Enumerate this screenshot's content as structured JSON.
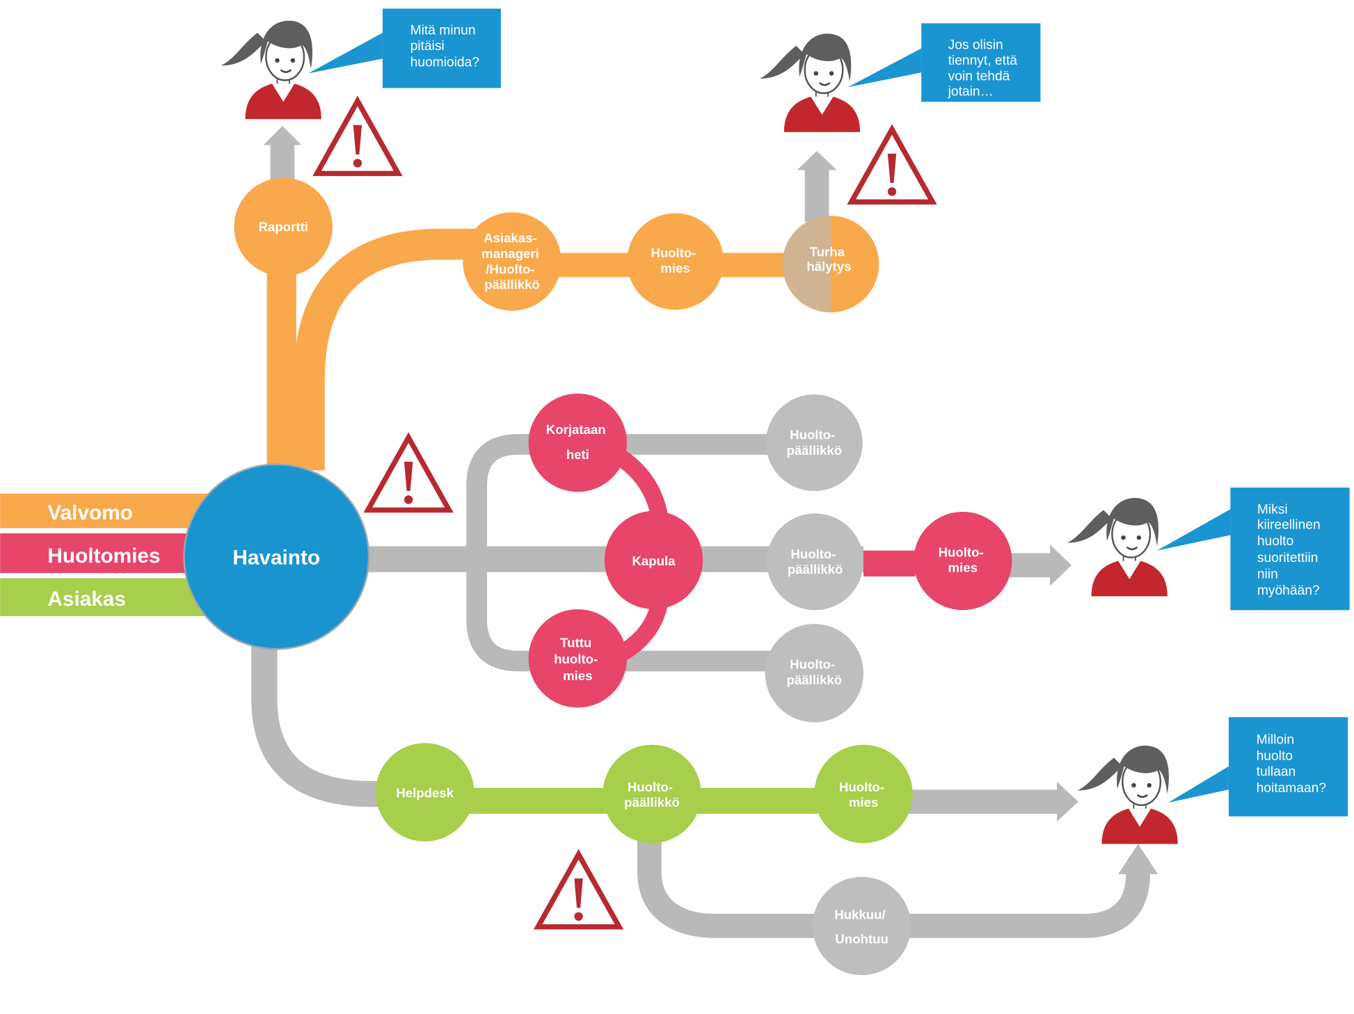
{
  "legend": [
    {
      "label": "Valvomo"
    },
    {
      "label": "Huoltomies"
    },
    {
      "label": "Asiakas"
    }
  ],
  "center": {
    "label": "Havainto"
  },
  "nodes": {
    "raportti": {
      "lines": [
        "Raportti"
      ]
    },
    "asiakasmanageri": {
      "lines": [
        "Asiakas-",
        "manageri",
        "/Huolto-",
        "päällikkö"
      ]
    },
    "valvomo_huoltomies": {
      "lines": [
        "Huolto-",
        "mies"
      ]
    },
    "turha_halytys": {
      "lines": [
        "Turha",
        "hälytys"
      ]
    },
    "korjataan_heti": {
      "lines": [
        "Korjataan",
        "heti"
      ]
    },
    "kapula": {
      "lines": [
        "Kapula"
      ]
    },
    "tuttu_huoltomies": {
      "lines": [
        "Tuttu",
        "huolto-",
        "mies"
      ]
    },
    "huoltopaallikko_top": {
      "lines": [
        "Huolto-",
        "päällikkö"
      ]
    },
    "huoltopaallikko_mid": {
      "lines": [
        "Huolto-",
        "päällikkö"
      ]
    },
    "huoltopaallikko_bottom": {
      "lines": [
        "Huolto-",
        "päällikkö"
      ]
    },
    "huoltomies_pink": {
      "lines": [
        "Huolto-",
        "mies"
      ]
    },
    "helpdesk": {
      "lines": [
        "Helpdesk"
      ]
    },
    "asiakas_huoltopaallikko": {
      "lines": [
        "Huolto-",
        "päällikkö"
      ]
    },
    "asiakas_huoltomies": {
      "lines": [
        "Huolto-",
        "mies"
      ]
    },
    "hukkuu_unohtuu": {
      "lines": [
        "Hukkuu/",
        "Unohtuu"
      ]
    }
  },
  "bubbles": [
    {
      "lines": [
        "Mitä minun",
        "pitäisi",
        "huomioida?"
      ]
    },
    {
      "lines": [
        "Jos olisin",
        "tiennyt, että",
        "voin tehdä",
        "jotain…"
      ]
    },
    {
      "lines": [
        "Miksi",
        "kiireellinen",
        "huolto",
        "suoritettiin",
        "niin",
        "myöhään?"
      ]
    },
    {
      "lines": [
        "Milloin",
        "huolto",
        "tullaan",
        "hoitamaan?"
      ]
    }
  ],
  "icons": {
    "person": "person-icon",
    "warning": "warning-icon",
    "arrow": "arrow-icon"
  },
  "colors": {
    "valvomo_orange": "#F9A94B",
    "huoltomies_pink": "#E8456B",
    "asiakas_green": "#A7CF4B",
    "havainto_blue": "#1A94CF",
    "bubble_blue": "#1B95D1",
    "connector_gray": "#B9B9B9",
    "node_gray": "#BEBEBE",
    "warning_red": "#B72A30",
    "hair_gray": "#5E5E5E",
    "shirt_red": "#C1272D"
  }
}
